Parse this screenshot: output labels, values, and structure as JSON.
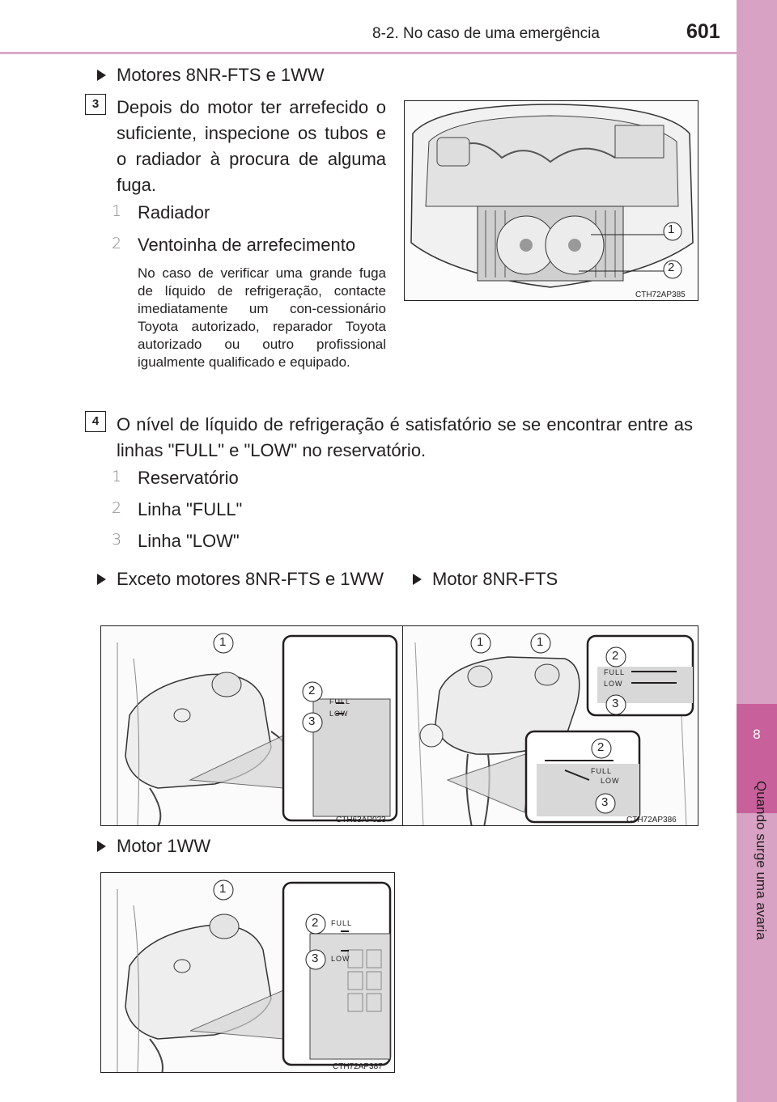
{
  "header": {
    "section": "8-2. No caso de uma emergência",
    "page": "601"
  },
  "side": {
    "chapter": "8",
    "label": "Quando surge uma avaria"
  },
  "subhead_engines": "Motores 8NR-FTS e 1WW",
  "step3": {
    "badge": "3",
    "text": "Depois do motor ter arrefecido o suficiente, inspecione os tubos e o radiador à procura de alguma fuga.",
    "items": [
      {
        "n": "1",
        "label": "Radiador"
      },
      {
        "n": "2",
        "label": "Ventoinha de arrefecimento"
      }
    ],
    "note": "No caso de verificar uma grande fuga de líquido de refrigeração, contacte imediatamente um con-cessionário Toyota autorizado, reparador Toyota autorizado ou outro profissional igualmente qualificado e equipado.",
    "figure_code": "CTH72AP385"
  },
  "step4": {
    "badge": "4",
    "text": "O nível de líquido de refrigeração é satisfatório se se encontrar entre as linhas \"FULL\" e \"LOW\" no reservatório.",
    "items": [
      {
        "n": "1",
        "label": "Reservatório"
      },
      {
        "n": "2",
        "label": "Linha \"FULL\""
      },
      {
        "n": "3",
        "label": "Linha \"LOW\""
      }
    ]
  },
  "variants": [
    {
      "title": "Exceto motores 8NR-FTS e 1WW",
      "code": "CTH63AP023"
    },
    {
      "title": "Motor 8NR-FTS",
      "code": "CTH72AP386"
    },
    {
      "title": "Motor 1WW",
      "code": "CTH72AP387"
    }
  ],
  "callouts": {
    "one": "1",
    "two": "2",
    "three": "3",
    "full": "FULL",
    "low": "LOW"
  }
}
